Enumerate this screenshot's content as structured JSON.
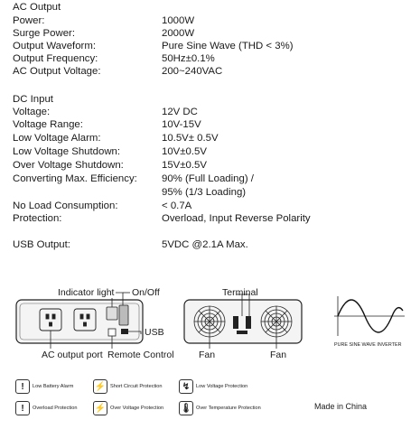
{
  "ac_output": {
    "heading": "AC Output",
    "rows": [
      {
        "label": "Power:",
        "value": "1000W"
      },
      {
        "label": "Surge Power:",
        "value": "2000W"
      },
      {
        "label": "Output Waveform:",
        "value": "Pure Sine Wave (THD < 3%)"
      },
      {
        "label": "Output Frequency:",
        "value": "50Hz±0.1%"
      },
      {
        "label": "AC Output Voltage:",
        "value": "200~240VAC"
      }
    ]
  },
  "dc_input": {
    "heading": "DC Input",
    "rows": [
      {
        "label": "Voltage:",
        "value": "12V DC"
      },
      {
        "label": "Voltage Range:",
        "value": "10V-15V"
      },
      {
        "label": "Low Voltage Alarm:",
        "value": "10.5V± 0.5V"
      },
      {
        "label": "Low Voltage Shutdown:",
        "value": "10V±0.5V"
      },
      {
        "label": "Over Voltage Shutdown:",
        "value": "15V±0.5V"
      },
      {
        "label": "Converting Max. Efficiency:",
        "value": "90% (Full Loading) /"
      },
      {
        "label": "",
        "value": "95% (1/3 Loading)"
      },
      {
        "label": "No Load Consumption:",
        "value": "< 0.7A"
      },
      {
        "label": "Protection:",
        "value": "Overload, Input Reverse Polarity"
      }
    ]
  },
  "usb": {
    "label": "USB Output:",
    "value": "5VDC @2.1A Max."
  },
  "diagram": {
    "indicator_light": "Indicator light",
    "on_off": "On/Off",
    "usb": "USB",
    "ac_output_port": "AC output port",
    "remote_control": "Remote Control",
    "terminal": "Terminal",
    "fan_left": "Fan",
    "fan_right": "Fan",
    "waveform_caption": "PURE SINE WAVE INVERTER"
  },
  "legend": [
    {
      "icon": "!",
      "icon_name": "exclamation-icon",
      "label": "Low Battery Alarm"
    },
    {
      "icon": "⚡",
      "icon_name": "lightning-icon",
      "label": "Short Circuit Protection"
    },
    {
      "icon": "↯",
      "icon_name": "low-voltage-icon",
      "label": "Low Voltage Protection"
    },
    {
      "icon": "!",
      "icon_name": "overload-icon",
      "label": "Overload Protection"
    },
    {
      "icon": "⚡",
      "icon_name": "over-voltage-icon",
      "label": "Over Voltage Protection"
    },
    {
      "icon": "🌡",
      "icon_name": "thermometer-icon",
      "label": "Over Temperature Protection"
    }
  ],
  "made_in": "Made in China"
}
